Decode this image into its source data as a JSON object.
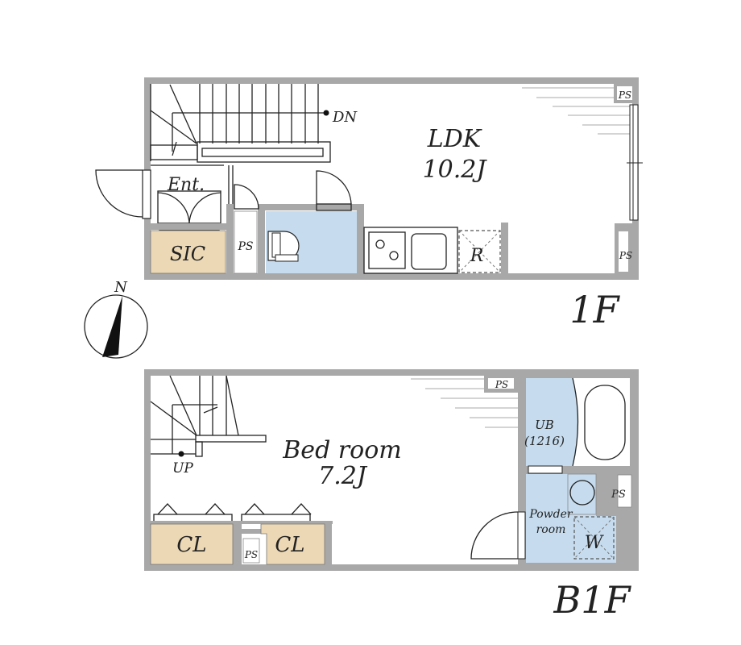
{
  "colors": {
    "wall": "#a8a8a8",
    "wet_area": "#c6dcee",
    "storage": "#ecd8b4"
  },
  "compass": {
    "label": "N"
  },
  "floor_1f": {
    "label": "1F",
    "rooms": {
      "ldk_name": "LDK",
      "ldk_size": "10.2J",
      "entrance": "Ent.",
      "sic": "SIC",
      "ps_left": "PS",
      "ps_top_right": "PS",
      "ps_bottom_right": "PS",
      "fridge": "R"
    },
    "stairs_label": "DN"
  },
  "floor_b1f": {
    "label": "B1F",
    "rooms": {
      "bedroom_name": "Bed room",
      "bedroom_size": "7.2J",
      "ub": "UB",
      "ub_size": "(1216)",
      "powder_line1": "Powder",
      "powder_line2": "room",
      "washer": "W",
      "closet_left": "CL",
      "closet_right": "CL",
      "ps_small": "PS",
      "ps_top": "PS",
      "ps_right": "PS"
    },
    "stairs_label": "UP"
  }
}
